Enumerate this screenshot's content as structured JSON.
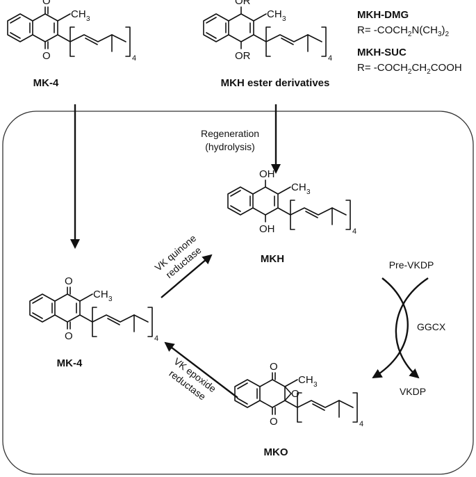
{
  "compounds": {
    "mk4_top": "MK-4",
    "mkh_esters": "MKH ester derivatives",
    "mkh": "MKH",
    "mk4_cycle": "MK-4",
    "mko": "MKO"
  },
  "legend": {
    "dmg_name": "MKH-DMG",
    "dmg_r": "R= -COCH",
    "dmg_r2": "N(CH",
    "dmg_r3": ")",
    "suc_name": "MKH-SUC",
    "suc_r": "R= -COCH",
    "suc_r2": "CH",
    "suc_r3": "COOH",
    "sub2": "2",
    "sub3": "3"
  },
  "atoms": {
    "O": "O",
    "OR": "OR",
    "OH": "OH",
    "CH": "CH",
    "sub3": "3",
    "repeat": "4"
  },
  "process": {
    "regeneration": "Regeneration",
    "hydrolysis": "(hydrolysis)",
    "quinone_line1": "VK quinone",
    "quinone_line2": "reductase",
    "epoxide_line1": "VK epoxide",
    "epoxide_line2": "reductase",
    "pre_vkdp": "Pre-VKDP",
    "ggcx": "GGCX",
    "vkdp": "VKDP"
  }
}
